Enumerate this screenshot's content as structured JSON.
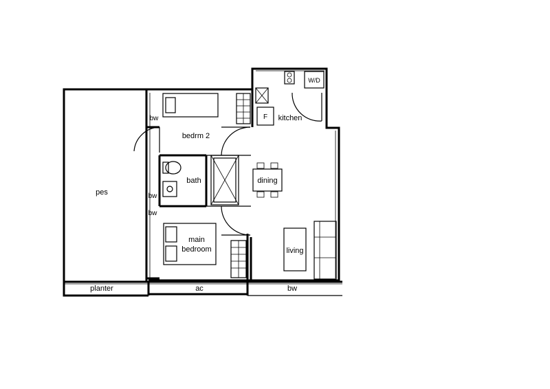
{
  "floor_plan": {
    "rooms": {
      "pes": "pes",
      "bedroom2": "bedrm 2",
      "bath": "bath",
      "main_bedroom_line1": "main",
      "main_bedroom_line2": "bedroom",
      "kitchen": "kitchen",
      "dining": "dining",
      "living": "living"
    },
    "labels": {
      "bw_bedroom2": "bw",
      "bw_left_1": "bw",
      "bw_left_2": "bw",
      "bw_bottom": "bw",
      "planter": "planter",
      "ac": "ac",
      "washer_dryer": "W/D",
      "fridge": "F"
    },
    "colors": {
      "line": "#000000",
      "background": "#ffffff"
    }
  }
}
